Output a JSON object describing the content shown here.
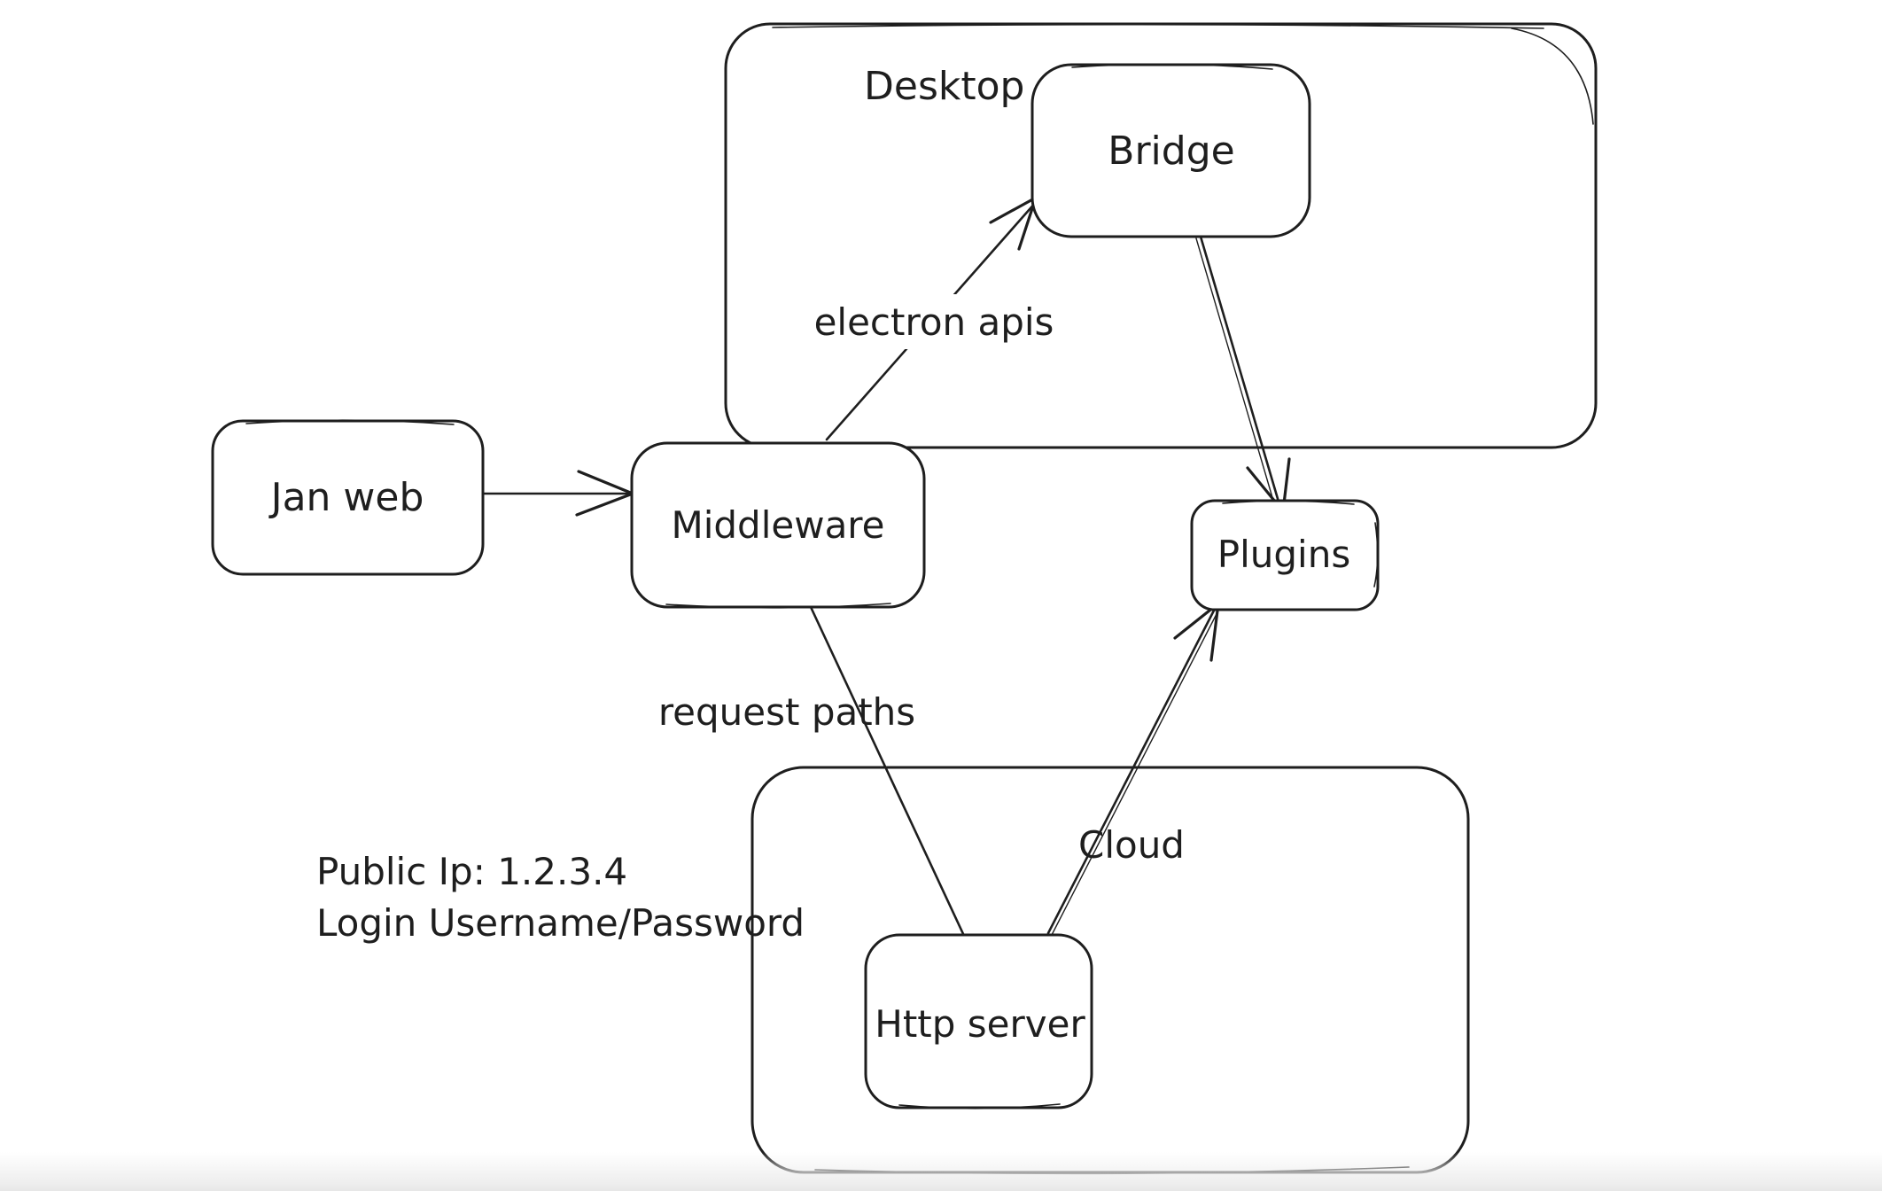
{
  "canvas": {
    "background": "#ffffff",
    "stroke_color": "#1e1e1e",
    "bottom_fade_color": "#e7e7e7"
  },
  "diagram": {
    "containers": [
      {
        "id": "desktop",
        "label": "Desktop"
      },
      {
        "id": "cloud",
        "label": "Cloud"
      }
    ],
    "nodes": [
      {
        "id": "jan_web",
        "label": "Jan web"
      },
      {
        "id": "middleware",
        "label": "Middleware"
      },
      {
        "id": "bridge",
        "label": "Bridge"
      },
      {
        "id": "plugins",
        "label": "Plugins"
      },
      {
        "id": "http_server",
        "label": "Http server"
      }
    ],
    "edges": [
      {
        "from": "Jan web",
        "to": "Middleware",
        "label": "",
        "arrowhead": true
      },
      {
        "from": "Middleware",
        "to": "Bridge",
        "label": "electron apis",
        "arrowhead": true
      },
      {
        "from": "Bridge",
        "to": "Plugins",
        "label": "",
        "arrowhead": true
      },
      {
        "from": "Middleware",
        "to": "Http server",
        "label": "request paths",
        "arrowhead": false
      },
      {
        "from": "Http server",
        "to": "Plugins",
        "label": "",
        "arrowhead": true
      }
    ],
    "annotations": [
      {
        "id": "public_ip",
        "text": "Public Ip: 1.2.3.4"
      },
      {
        "id": "login",
        "text": "Login Username/Password"
      }
    ]
  }
}
